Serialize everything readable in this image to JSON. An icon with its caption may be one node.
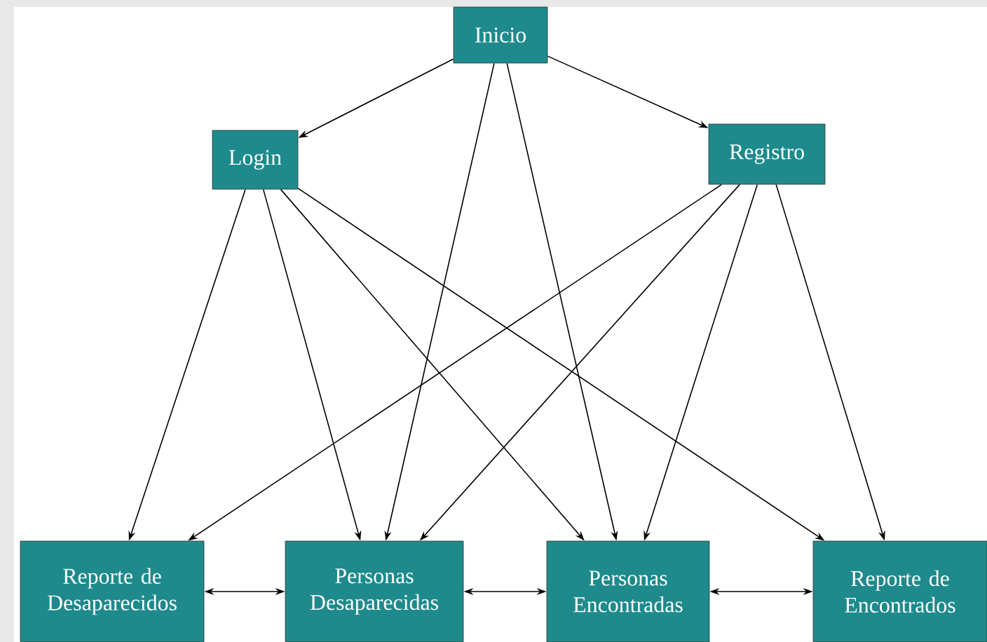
{
  "diagram": {
    "nodes": [
      {
        "text": [
          "Inicio"
        ]
      },
      {
        "text": [
          "Login"
        ]
      },
      {
        "text": [
          "Registro"
        ]
      },
      {
        "text": [
          "Reporte de Desaparecidos"
        ]
      },
      {
        "text": [
          "Personas Desaparecidas"
        ]
      },
      {
        "text": [
          "Personas Encontradas"
        ]
      },
      {
        "text": [
          "Reporte de Encontrados"
        ]
      }
    ],
    "edges": [
      {
        "from": 0,
        "to": 1,
        "arrow": "to"
      },
      {
        "from": 0,
        "to": 2,
        "arrow": "to"
      },
      {
        "from": 0,
        "to": 4,
        "arrow": "to"
      },
      {
        "from": 0,
        "to": 5,
        "arrow": "to"
      },
      {
        "from": 1,
        "to": 3,
        "arrow": "to"
      },
      {
        "from": 1,
        "to": 4,
        "arrow": "to"
      },
      {
        "from": 1,
        "to": 5,
        "arrow": "to"
      },
      {
        "from": 1,
        "to": 6,
        "arrow": "to"
      },
      {
        "from": 2,
        "to": 3,
        "arrow": "to"
      },
      {
        "from": 2,
        "to": 4,
        "arrow": "to"
      },
      {
        "from": 2,
        "to": 5,
        "arrow": "to"
      },
      {
        "from": 2,
        "to": 6,
        "arrow": "to"
      },
      {
        "from": 3,
        "to": 4,
        "arrow": "both"
      },
      {
        "from": 4,
        "to": 5,
        "arrow": "both"
      },
      {
        "from": 5,
        "to": 6,
        "arrow": "both"
      }
    ]
  }
}
